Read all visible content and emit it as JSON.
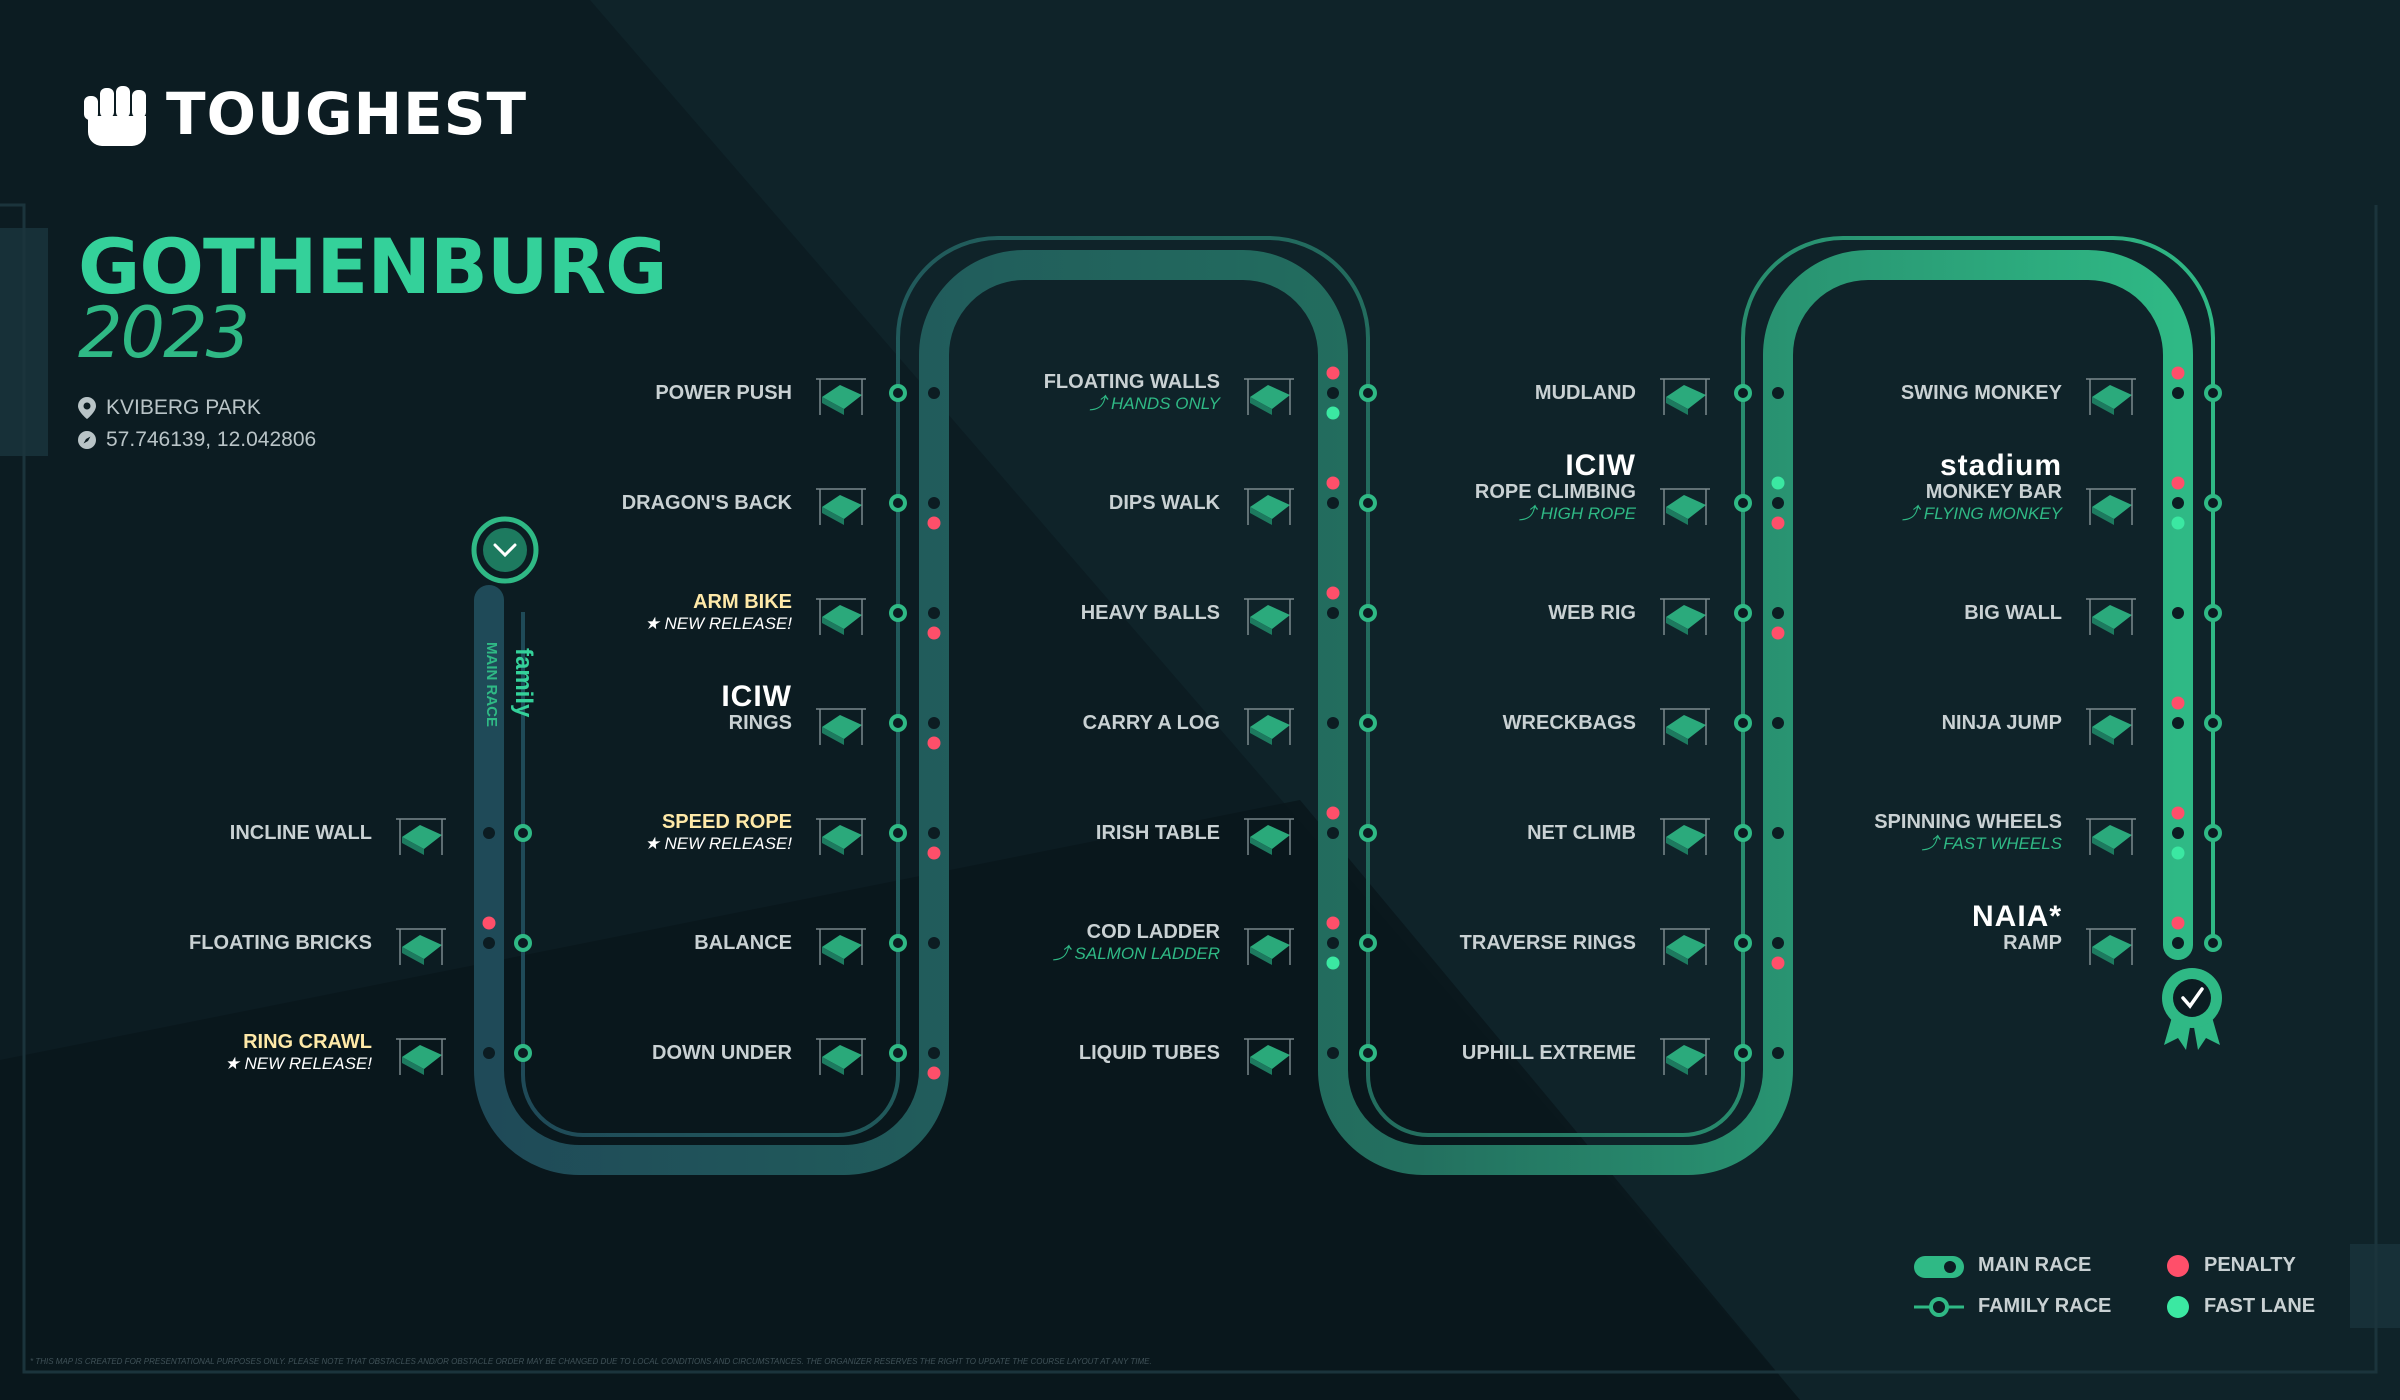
{
  "brand": {
    "name": "TOUGHEST",
    "icon": "fist-icon"
  },
  "event": {
    "city": "GOTHENBURG",
    "year": "2023",
    "venue": "KVIBERG PARK",
    "coordinates": "57.746139, 12.042806"
  },
  "route_labels": {
    "main": "MAIN RACE",
    "family": "family"
  },
  "obstacles": [
    {
      "name": "INCLINE WALL",
      "sub": "",
      "column": 1,
      "row": 5
    },
    {
      "name": "FLOATING BRICKS",
      "sub": "",
      "column": 1,
      "row": 6
    },
    {
      "name": "RING CRAWL",
      "sub": "NEW RELEASE!",
      "column": 1,
      "row": 7,
      "new_release": true
    },
    {
      "name": "POWER PUSH",
      "sub": "",
      "column": 2,
      "row": 1
    },
    {
      "name": "DRAGON'S BACK",
      "sub": "",
      "column": 2,
      "row": 2
    },
    {
      "name": "ARM BIKE",
      "sub": "NEW RELEASE!",
      "column": 2,
      "row": 3,
      "new_release": true
    },
    {
      "name": "RINGS",
      "sub": "",
      "sponsor": "ICIW",
      "column": 2,
      "row": 4
    },
    {
      "name": "SPEED ROPE",
      "sub": "NEW RELEASE!",
      "column": 2,
      "row": 5,
      "new_release": true
    },
    {
      "name": "BALANCE",
      "sub": "",
      "column": 2,
      "row": 6
    },
    {
      "name": "DOWN UNDER",
      "sub": "",
      "column": 2,
      "row": 7
    },
    {
      "name": "FLOATING WALLS",
      "sub": "HANDS ONLY",
      "column": 3,
      "row": 1
    },
    {
      "name": "DIPS WALK",
      "sub": "",
      "column": 3,
      "row": 2
    },
    {
      "name": "HEAVY BALLS",
      "sub": "",
      "column": 3,
      "row": 3
    },
    {
      "name": "CARRY A LOG",
      "sub": "",
      "column": 3,
      "row": 4
    },
    {
      "name": "IRISH TABLE",
      "sub": "",
      "column": 3,
      "row": 5
    },
    {
      "name": "COD LADDER",
      "sub": "SALMON LADDER",
      "column": 3,
      "row": 6
    },
    {
      "name": "LIQUID TUBES",
      "sub": "",
      "column": 3,
      "row": 7
    },
    {
      "name": "MUDLAND",
      "sub": "",
      "column": 4,
      "row": 1
    },
    {
      "name": "ROPE CLIMBING",
      "sub": "HIGH ROPE",
      "sponsor": "ICIW",
      "column": 4,
      "row": 2
    },
    {
      "name": "WEB RIG",
      "sub": "",
      "column": 4,
      "row": 3
    },
    {
      "name": "WRECKBAGS",
      "sub": "",
      "column": 4,
      "row": 4
    },
    {
      "name": "NET CLIMB",
      "sub": "",
      "column": 4,
      "row": 5
    },
    {
      "name": "TRAVERSE RINGS",
      "sub": "",
      "column": 4,
      "row": 6
    },
    {
      "name": "UPHILL EXTREME",
      "sub": "",
      "column": 4,
      "row": 7
    },
    {
      "name": "SWING MONKEY",
      "sub": "",
      "column": 5,
      "row": 1
    },
    {
      "name": "MONKEY BAR",
      "sub": "FLYING MONKEY",
      "sponsor": "stadium",
      "column": 5,
      "row": 2
    },
    {
      "name": "BIG WALL",
      "sub": "",
      "column": 5,
      "row": 3
    },
    {
      "name": "NINJA JUMP",
      "sub": "",
      "column": 5,
      "row": 4
    },
    {
      "name": "SPINNING WHEELS",
      "sub": "FAST WHEELS",
      "column": 5,
      "row": 5
    },
    {
      "name": "RAMP",
      "sub": "",
      "sponsor": "NAIA*",
      "column": 5,
      "row": 6
    }
  ],
  "legend": {
    "main_race": "MAIN RACE",
    "family_race": "FAMILY RACE",
    "penalty": "PENALTY",
    "fast_lane": "FAST LANE"
  },
  "colors": {
    "background": "#0c1c22",
    "accent": "#34d19a",
    "track_start": "#1f4a58",
    "penalty": "#ff4f6a",
    "fast_lane": "#3be8a2",
    "new_release": "#ffe9a8"
  },
  "disclaimer": "* THIS MAP IS CREATED FOR PRESENTATIONAL PURPOSES ONLY. PLEASE NOTE THAT OBSTACLES AND/OR OBSTACLE ORDER MAY BE CHANGED DUE TO LOCAL CONDITIONS AND CIRCUMSTANCES. THE ORGANIZER RESERVES THE RIGHT TO UPDATE THE COURSE LAYOUT AT ANY TIME."
}
